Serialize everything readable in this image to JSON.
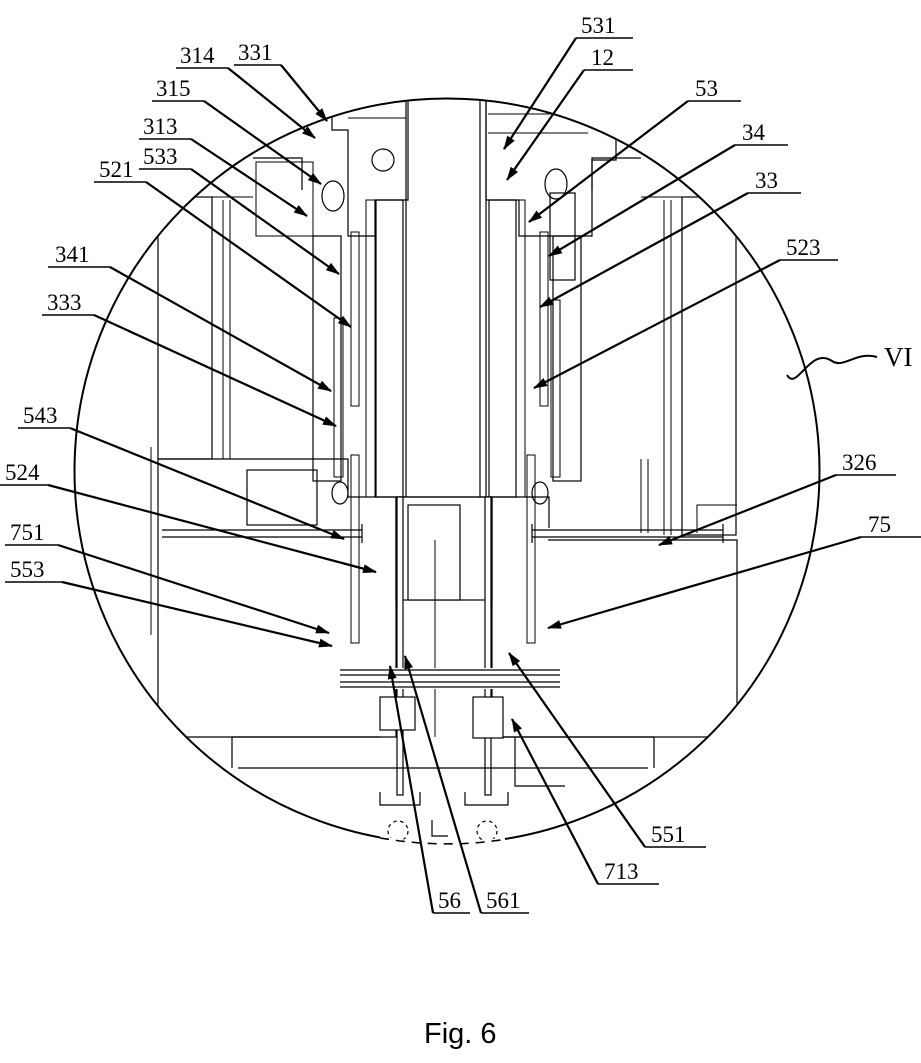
{
  "figure": {
    "caption": "Fig. 6",
    "view_label": "VI"
  },
  "callouts": {
    "c314": {
      "text": "314"
    },
    "c331": {
      "text": "331"
    },
    "c315": {
      "text": "315"
    },
    "c313": {
      "text": "313"
    },
    "c533": {
      "text": "533"
    },
    "c521": {
      "text": "521"
    },
    "c341": {
      "text": "341"
    },
    "c333": {
      "text": "333"
    },
    "c543": {
      "text": "543"
    },
    "c524": {
      "text": "524"
    },
    "c751": {
      "text": "751"
    },
    "c553": {
      "text": "553"
    },
    "c531": {
      "text": "531"
    },
    "c12": {
      "text": "12"
    },
    "c53": {
      "text": "53"
    },
    "c34": {
      "text": "34"
    },
    "c33": {
      "text": "33"
    },
    "c523": {
      "text": "523"
    },
    "c326": {
      "text": "326"
    },
    "c75": {
      "text": "75"
    },
    "c551": {
      "text": "551"
    },
    "c713": {
      "text": "713"
    },
    "c56": {
      "text": "56"
    },
    "c561": {
      "text": "561"
    }
  }
}
